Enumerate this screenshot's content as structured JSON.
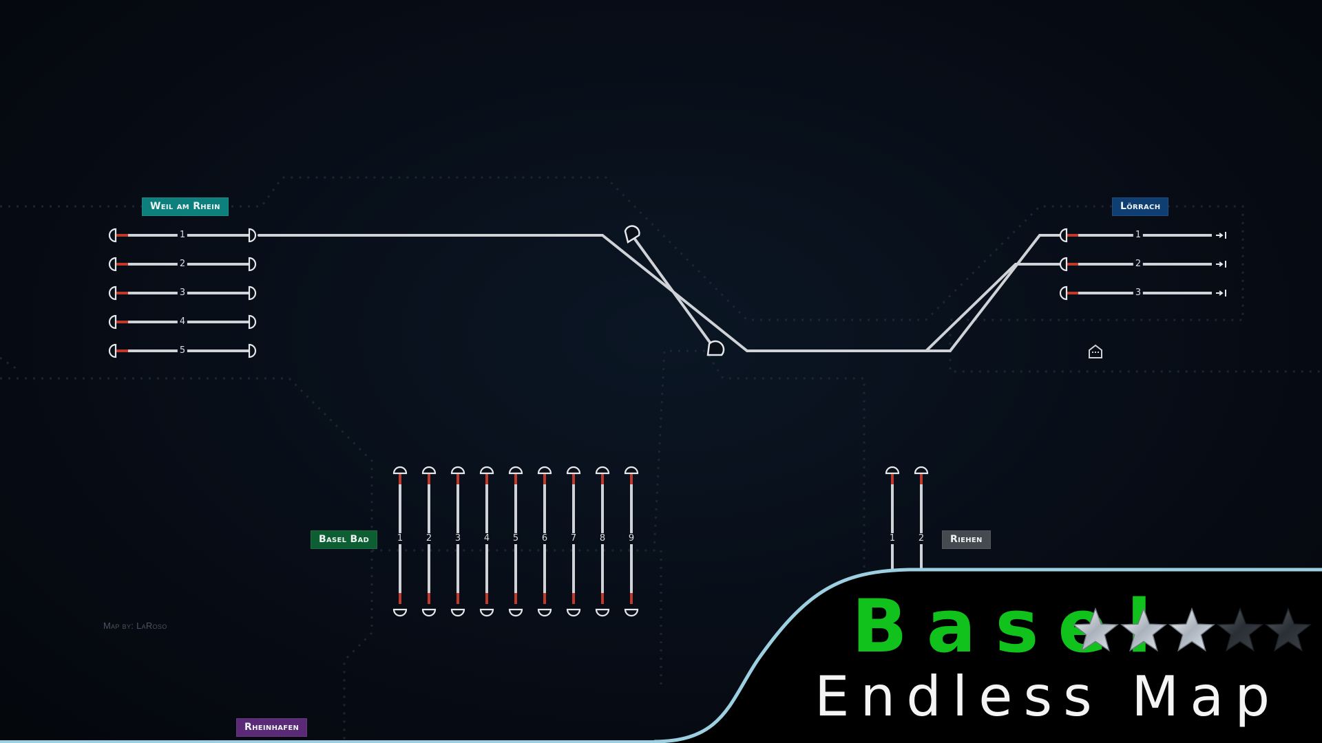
{
  "stations": {
    "weil": {
      "name": "Weil am Rhein",
      "color": "#0d7f7c",
      "tracks": [
        "1",
        "2",
        "3",
        "4",
        "5"
      ]
    },
    "lorrach": {
      "name": "Lörrach",
      "color": "#0f3e73",
      "tracks": [
        "1",
        "2",
        "3"
      ]
    },
    "basel_bad": {
      "name": "Basel Bad",
      "color": "#0e5e34",
      "tracks": [
        "1",
        "2",
        "3",
        "4",
        "5",
        "6",
        "7",
        "8",
        "9"
      ]
    },
    "riehen": {
      "name": "Riehen",
      "color": "#454a51",
      "tracks": [
        "1",
        "2"
      ]
    },
    "rheinhafen": {
      "name": "Rheinhafen",
      "color": "#5a2a76"
    }
  },
  "credit": "Map by: LaRoso",
  "title_card": {
    "map_name": "Basel",
    "map_mode": "Endless Map",
    "difficulty": {
      "rating": 3,
      "max": 5
    },
    "accent_color": "#10c21b",
    "border_color": "#9ccfe0"
  },
  "colors": {
    "track": "#cfd3d8",
    "signal_glow": "#c0392b",
    "zone_border": "#1a2432"
  }
}
